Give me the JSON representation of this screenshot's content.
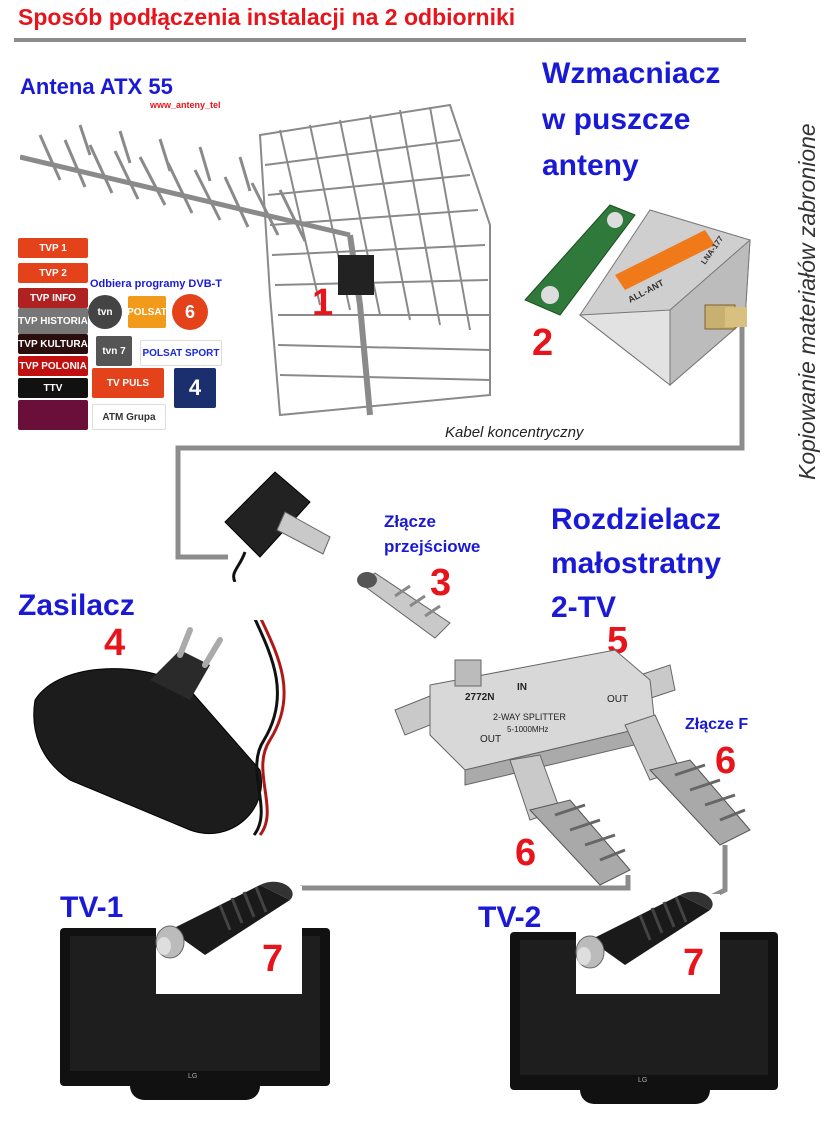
{
  "title": "Sposób podłączenia instalacji na 2 odbiorniki",
  "side_note": "Kopiowanie materiałów zabronione",
  "antenna": {
    "label": "Antena ATX 55",
    "site": "www_anteny_tel",
    "number": "1",
    "dvb_note": "Odbiera programy DVB-T"
  },
  "channels": [
    "TVP 1",
    "TVP 2",
    "TVP INFO",
    "TVP HISTORIA",
    "TVP KULTURA",
    "TVP POLONIA",
    "TTV",
    "tvn",
    "POLSAT",
    "6",
    "tvn 7",
    "POLSAT SPORT",
    "TV PULS",
    "4",
    "ATM Grupa"
  ],
  "amplifier": {
    "label_line1": "Wzmacniacz",
    "label_line2": "w puszcze",
    "label_line3": "anteny",
    "number": "2",
    "brand": "ALL-ANT",
    "model": "LNA-177"
  },
  "cable_label": "Kabel koncentryczny",
  "adapter": {
    "label_line1": "Złącze",
    "label_line2": "przejściowe",
    "number": "3"
  },
  "power_supply": {
    "label": "Zasilacz",
    "number": "4"
  },
  "splitter": {
    "label_line1": "Rozdzielacz",
    "label_line2": "małostratny",
    "label_line3": "2-TV",
    "number": "5",
    "model": "2772N",
    "port_in": "IN",
    "text": "2-WAY SPLITTER",
    "freq": "5-1000MHz",
    "port_out1": "OUT",
    "port_out2": "OUT"
  },
  "f_connector": {
    "label": "Złącze F",
    "number_right": "6",
    "number_left": "6"
  },
  "tv1": {
    "label": "TV-1",
    "number": "7",
    "brand": "LG"
  },
  "tv2": {
    "label": "TV-2",
    "number": "7",
    "brand": "LG"
  },
  "colors": {
    "title_red": "#e8141b",
    "label_blue": "#1a1ad6",
    "cable_gray": "#8c8c8c"
  }
}
